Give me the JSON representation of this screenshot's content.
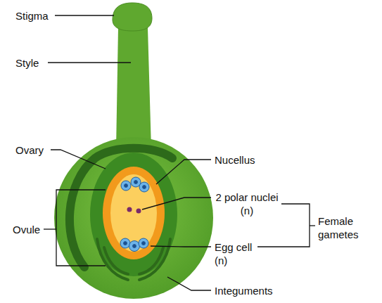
{
  "diagram": {
    "labels": [
      "Stigma",
      "Style",
      "Ovary",
      "Nucellus",
      "2 polar nuclei (n)",
      "Female gametes",
      "Ovule",
      "Egg cell (n)",
      "Integuments"
    ]
  }
}
